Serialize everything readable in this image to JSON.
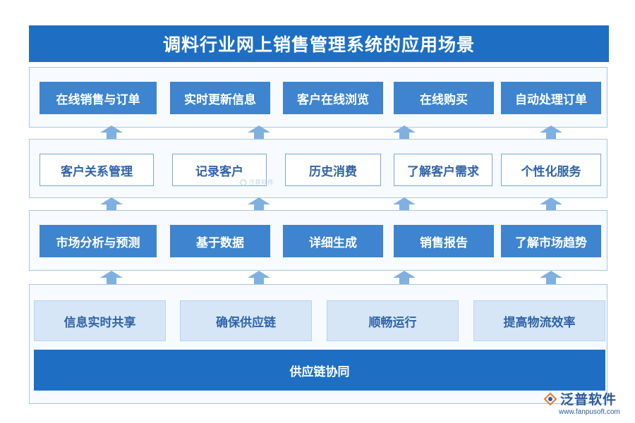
{
  "title": "调料行业网上销售管理系统的应用场景",
  "layers": {
    "top": [
      "在线销售与订单",
      "实时更新信息",
      "客户在线浏览",
      "在线购买",
      "自动处理订单"
    ],
    "crm": [
      "客户关系管理",
      "记录客户",
      "历史消费",
      "了解客户需求",
      "个性化服务"
    ],
    "market": [
      "市场分析与预测",
      "基于数据",
      "详细生成",
      "销售报告",
      "了解市场趋势"
    ],
    "supply": [
      "信息实时共享",
      "确保供应链",
      "顺畅运行",
      "提高物流效率"
    ],
    "base": "供应链协同"
  },
  "watermark": "泛普软件",
  "logo": {
    "name": "泛普软件",
    "url": "www.fanpusoft.com",
    "icon": "fanpu-logo-icon"
  },
  "colors": {
    "title_bg": "#1e6fc4",
    "box_solid": "#3e84cf",
    "box_light": "#d6e6f7",
    "arrow": "#7fb0e0",
    "panel_border": "#a9c6e6"
  }
}
